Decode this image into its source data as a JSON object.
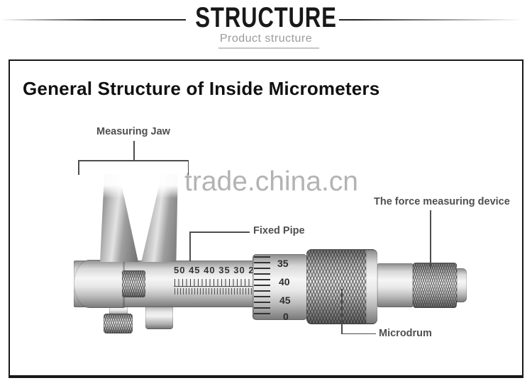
{
  "header": {
    "title": "STRUCTURE",
    "subtitle": "Product structure"
  },
  "panel": {
    "title": "General Structure of Inside Micrometers"
  },
  "watermark": {
    "text": "trade.china.cn"
  },
  "callouts": {
    "measuring_jaw": "Measuring Jaw",
    "fixed_pipe": "Fixed Pipe",
    "force_device": "The force measuring device",
    "microdrum": "Microdrum"
  },
  "micrometer": {
    "sleeve_scale": "50 45 40 35 30 2",
    "thimble_scale": [
      "35",
      "40",
      "45",
      "0"
    ]
  },
  "colors": {
    "heading": "#1a1a1a",
    "subtitle_gray": "#9a9a9a",
    "label_gray": "#4f4f4f",
    "line_gray": "#4d4d4d",
    "watermark_gray": "#b3b3b3",
    "panel_border": "#181818"
  }
}
